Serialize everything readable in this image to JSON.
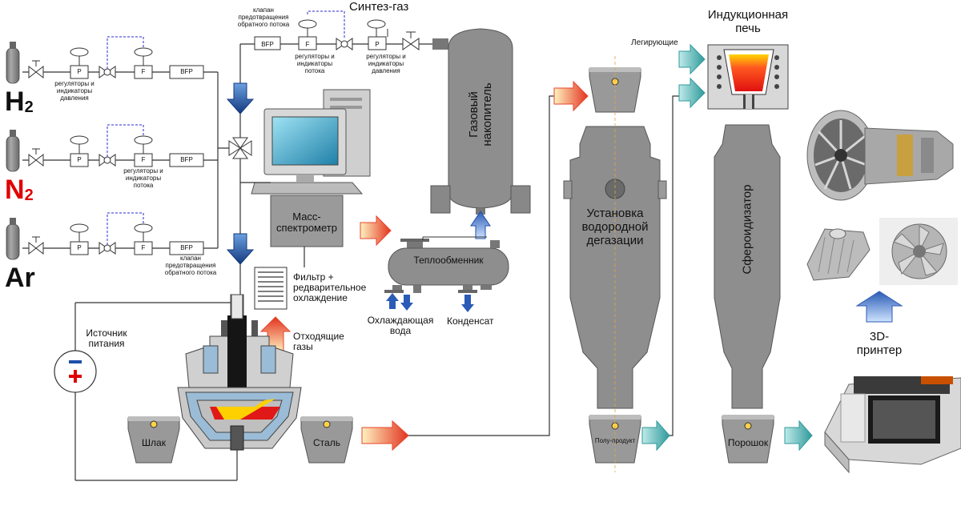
{
  "gases": [
    {
      "formula": "H",
      "subscript": "2",
      "color": "#111111"
    },
    {
      "formula": "N",
      "subscript": "2",
      "color": "#e00000"
    },
    {
      "formula": "Ar",
      "subscript": "",
      "color": "#111111"
    }
  ],
  "valve_labels": {
    "pressure_regulators": "регуляторы и индикаторы давления",
    "flow_regulators": "регуляторы и индикаторы потока",
    "check_valve": "клапан предотвращения обратного потока",
    "bfp": "BFP",
    "p": "P",
    "f": "F"
  },
  "nodes": {
    "syngas": "Синтез-газ",
    "gas_storage": "Газовый накопитель",
    "mass_spec": "Масс-спектрометр",
    "heat_exchanger": "Теплообменник",
    "cooling_water": "Охлаждающая вода",
    "condensate": "Конденсат",
    "filter": "Фильтр + редварительное охлаждение",
    "exhaust": "Отходящие газы",
    "power_source": "Источник питания",
    "slag": "Шлак",
    "steel": "Сталь",
    "hydrogen_degassing": "Установка водородной дегазации",
    "semi_product": "Полу-продукт",
    "induction_furnace": "Индукционная печь",
    "alloying": "Легирующие",
    "spheroidizer": "Сфероидизатор",
    "powder": "Порошок",
    "printer_3d": "3D-принтер",
    "power_minus": "−",
    "power_plus": "+"
  },
  "colors": {
    "vessel_gray": "#8a8a8a",
    "pipe": "#333333",
    "blue_arrow": "#1f4fa8",
    "teal_arrow": "#3aa6a6",
    "hot_arrow": "#e8442a",
    "molten": "#e01818",
    "dashed_link": "#2a2ad0"
  }
}
